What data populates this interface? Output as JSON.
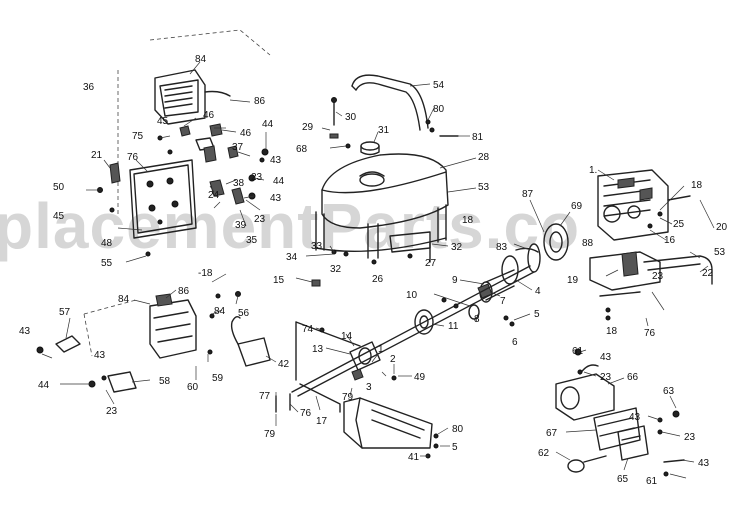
{
  "watermark": "placementParts.co",
  "labels": [
    {
      "id": "84a",
      "text": "84"
    },
    {
      "id": "36",
      "text": "36"
    },
    {
      "id": "86a",
      "text": "86"
    },
    {
      "id": "45a",
      "text": "45"
    },
    {
      "id": "46a",
      "text": "46"
    },
    {
      "id": "75",
      "text": "75"
    },
    {
      "id": "46b",
      "text": "46"
    },
    {
      "id": "44a",
      "text": "44"
    },
    {
      "id": "37",
      "text": "37"
    },
    {
      "id": "43a",
      "text": "43"
    },
    {
      "id": "21",
      "text": "21"
    },
    {
      "id": "76a",
      "text": "76"
    },
    {
      "id": "23a",
      "text": "23"
    },
    {
      "id": "44b",
      "text": "44"
    },
    {
      "id": "50",
      "text": "50"
    },
    {
      "id": "38",
      "text": "38"
    },
    {
      "id": "43b",
      "text": "43"
    },
    {
      "id": "24",
      "text": "24"
    },
    {
      "id": "45b",
      "text": "45"
    },
    {
      "id": "23b",
      "text": "23"
    },
    {
      "id": "39",
      "text": "39"
    },
    {
      "id": "35",
      "text": "35"
    },
    {
      "id": "48",
      "text": "48"
    },
    {
      "id": "55",
      "text": "55"
    },
    {
      "id": "54",
      "text": "54"
    },
    {
      "id": "80a",
      "text": "80"
    },
    {
      "id": "30",
      "text": "30"
    },
    {
      "id": "29",
      "text": "29"
    },
    {
      "id": "31",
      "text": "31"
    },
    {
      "id": "81",
      "text": "81"
    },
    {
      "id": "68",
      "text": "68"
    },
    {
      "id": "28",
      "text": "28"
    },
    {
      "id": "53a",
      "text": "53"
    },
    {
      "id": "18a",
      "text": "18"
    },
    {
      "id": "33",
      "text": "33"
    },
    {
      "id": "32a",
      "text": "32"
    },
    {
      "id": "34",
      "text": "34"
    },
    {
      "id": "32b",
      "text": "32"
    },
    {
      "id": "26",
      "text": "26"
    },
    {
      "id": "27",
      "text": "27"
    },
    {
      "id": "87",
      "text": "87"
    },
    {
      "id": "69",
      "text": "69"
    },
    {
      "id": "1",
      "text": "1."
    },
    {
      "id": "18b",
      "text": "18"
    },
    {
      "id": "25",
      "text": "25"
    },
    {
      "id": "20",
      "text": "20"
    },
    {
      "id": "16",
      "text": "16"
    },
    {
      "id": "53b",
      "text": "53"
    },
    {
      "id": "88",
      "text": "88"
    },
    {
      "id": "83",
      "text": "83"
    },
    {
      "id": "19",
      "text": "19"
    },
    {
      "id": "23c",
      "text": "23"
    },
    {
      "id": "22",
      "text": "22"
    },
    {
      "id": "9",
      "text": "9"
    },
    {
      "id": "10",
      "text": "10"
    },
    {
      "id": "7",
      "text": "7"
    },
    {
      "id": "4",
      "text": "4"
    },
    {
      "id": "5a",
      "text": "5"
    },
    {
      "id": "8",
      "text": "8"
    },
    {
      "id": "6",
      "text": "6"
    },
    {
      "id": "11",
      "text": "11"
    },
    {
      "id": "18c",
      "text": "18"
    },
    {
      "id": "76b",
      "text": "76"
    },
    {
      "id": "15",
      "text": "15"
    },
    {
      "id": "18d",
      "text": "-18"
    },
    {
      "id": "84b",
      "text": "84"
    },
    {
      "id": "86b",
      "text": "86"
    },
    {
      "id": "56",
      "text": "56"
    },
    {
      "id": "84c",
      "text": "84"
    },
    {
      "id": "57",
      "text": "57"
    },
    {
      "id": "43c",
      "text": "43"
    },
    {
      "id": "74",
      "text": "74"
    },
    {
      "id": "14",
      "text": "14"
    },
    {
      "id": "13",
      "text": "13"
    },
    {
      "id": "42",
      "text": "42"
    },
    {
      "id": "1b",
      "text": "1"
    },
    {
      "id": "2",
      "text": "2"
    },
    {
      "id": "43d",
      "text": "43"
    },
    {
      "id": "59",
      "text": "59"
    },
    {
      "id": "60",
      "text": "60"
    },
    {
      "id": "58",
      "text": "58"
    },
    {
      "id": "44c",
      "text": "44"
    },
    {
      "id": "23d",
      "text": "23"
    },
    {
      "id": "3",
      "text": "3"
    },
    {
      "id": "49",
      "text": "49"
    },
    {
      "id": "77",
      "text": "77"
    },
    {
      "id": "76c",
      "text": "76"
    },
    {
      "id": "79a",
      "text": "79"
    },
    {
      "id": "17",
      "text": "17"
    },
    {
      "id": "79b",
      "text": "79"
    },
    {
      "id": "80b",
      "text": "80"
    },
    {
      "id": "5b",
      "text": "5"
    },
    {
      "id": "41",
      "text": "41"
    },
    {
      "id": "61a",
      "text": "61"
    },
    {
      "id": "43e",
      "text": "43"
    },
    {
      "id": "23e",
      "text": "23"
    },
    {
      "id": "66",
      "text": "66"
    },
    {
      "id": "63",
      "text": "63"
    },
    {
      "id": "43f",
      "text": "43"
    },
    {
      "id": "67",
      "text": "67"
    },
    {
      "id": "23f",
      "text": "23"
    },
    {
      "id": "62",
      "text": "62"
    },
    {
      "id": "65",
      "text": "65"
    },
    {
      "id": "43g",
      "text": "43"
    },
    {
      "id": "61b",
      "text": "61"
    }
  ]
}
